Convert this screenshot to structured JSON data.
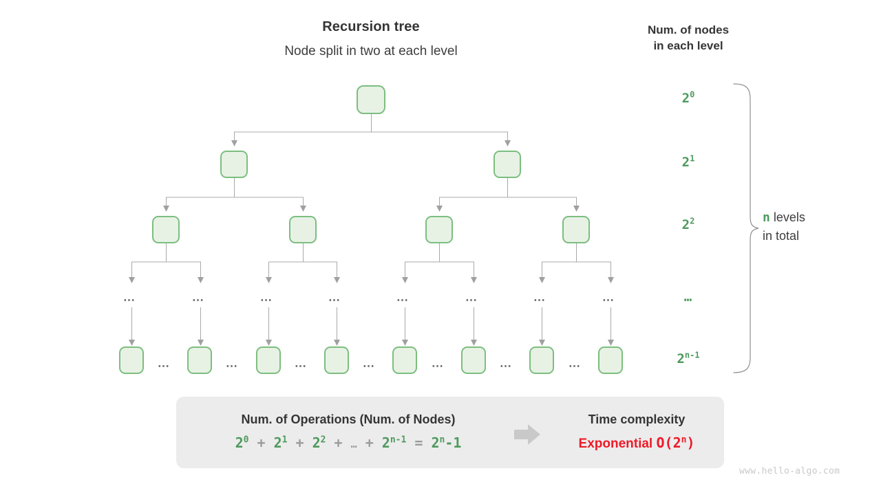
{
  "header": {
    "title": "Recursion tree",
    "subtitle": "Node split in two at each level",
    "right_heading_line1": "Num. of nodes",
    "right_heading_line2": "in each level"
  },
  "tree": {
    "levels": [
      {
        "index": 0,
        "node_count": 1,
        "label_base": "2",
        "label_exp": "0"
      },
      {
        "index": 1,
        "node_count": 2,
        "label_base": "2",
        "label_exp": "1"
      },
      {
        "index": 2,
        "node_count": 4,
        "label_base": "2",
        "label_exp": "2"
      },
      {
        "index": 3,
        "node_count": 8,
        "label_base": "⋯",
        "label_exp": ""
      },
      {
        "index": 4,
        "node_count": 8,
        "label_base": "2",
        "label_exp": "n-1"
      }
    ],
    "ellipsis_glyph": "⋯",
    "node_fill": "#e7f2e5",
    "node_border": "#7cbe7f",
    "connector_color": "#a8a8a8"
  },
  "brace": {
    "total_label_var": "n",
    "total_label_rest": " levels",
    "total_label_line2": "in total",
    "color": "#8a8a8a"
  },
  "summary": {
    "operations_heading": "Num. of Operations (Num. of Nodes)",
    "formula": {
      "terms": [
        {
          "base": "2",
          "exp": "0"
        },
        {
          "base": "2",
          "exp": "1"
        },
        {
          "base": "2",
          "exp": "2"
        }
      ],
      "plus": "+",
      "ellipsis": "…",
      "last_term": {
        "base": "2",
        "exp": "n-1"
      },
      "equals": "=",
      "result": {
        "base": "2",
        "exp": "n",
        "suffix": "-1"
      }
    },
    "complexity_heading": "Time complexity",
    "complexity_name": "Exponential",
    "complexity_big_o_base": "O(2",
    "complexity_big_o_exp": "n",
    "complexity_big_o_tail": ")",
    "arrow_icon": "right-block-arrow",
    "accent_green": "#4e9a5e",
    "accent_red": "#ee1a28",
    "box_bg": "#ececec"
  },
  "watermark": "www.hello-algo.com"
}
